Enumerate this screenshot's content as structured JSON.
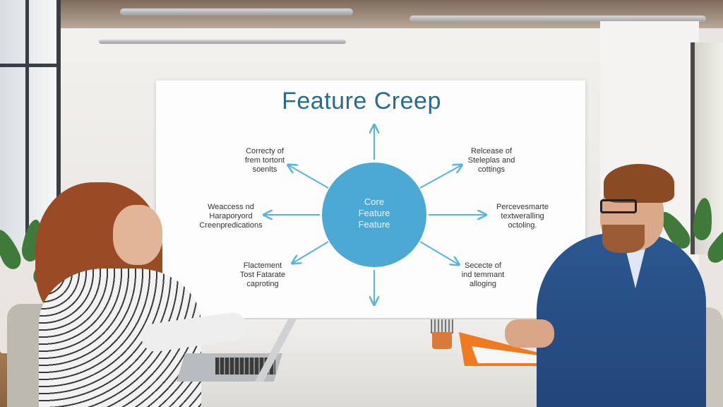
{
  "slide": {
    "title": "Feature Creep",
    "core_label": "Core\nFeature\nFeature",
    "labels": [
      {
        "id": "top-left",
        "text": "Correcty of\nfrem tortont\nsoenlts"
      },
      {
        "id": "top-right",
        "text": "Relcease of\nSteleplas and\ncottings"
      },
      {
        "id": "mid-left",
        "text": "Weaccess nd\nHaraporyord\nCreenpredications"
      },
      {
        "id": "mid-right",
        "text": "Percevesmarte\ntextweralling\noctoling."
      },
      {
        "id": "bottom-left",
        "text": "Flactement\nTost Fatarate\ncaproting"
      },
      {
        "id": "bottom-right",
        "text": "Sececte of\nind temmant\nalloging"
      }
    ]
  },
  "colors": {
    "title": "#2a6a8a",
    "circle": "#4ba9d4",
    "arrow": "#5ab3d9",
    "folder": "#f07a20",
    "jacket": "#2c5790"
  }
}
